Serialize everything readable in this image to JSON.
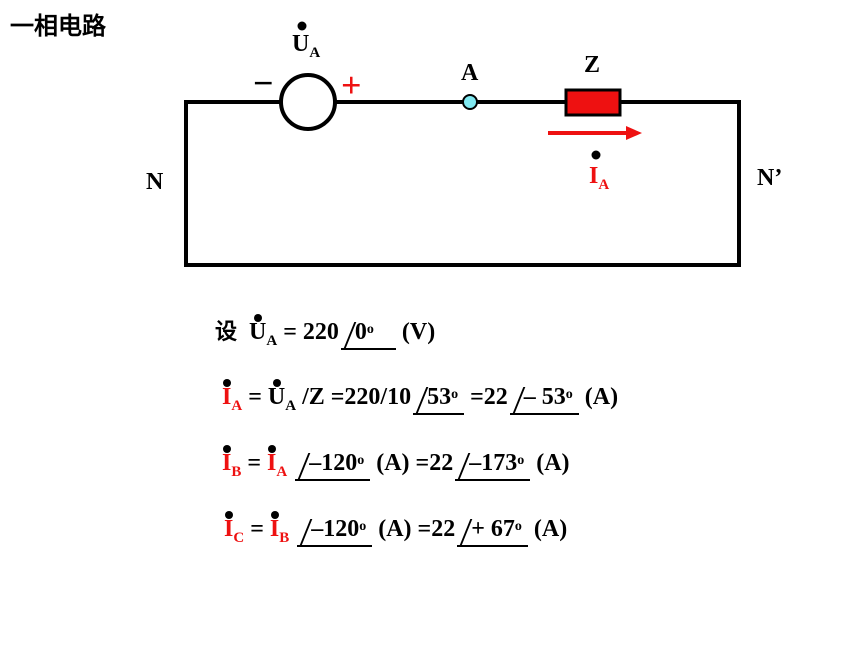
{
  "title": "一相电路",
  "circuit": {
    "source_voltage_label": "U",
    "source_voltage_sub": "A",
    "minus_sign": "−",
    "plus_sign": "+",
    "node_a_label": "A",
    "impedance_label": "Z",
    "current_label": "I",
    "current_sub": "A",
    "neutral_label": "N",
    "neutral_prime_label": "N’",
    "colors": {
      "wire": "#000000",
      "impedance": "#ee1111",
      "arrow": "#ee1111",
      "node": "#80e8f0",
      "plus": "#ee1111"
    }
  },
  "equations": {
    "eq1": {
      "prefix": "设",
      "U": "U",
      "U_sub": "A",
      "eq": "= 220",
      "angle": "0",
      "deg": "o",
      "unit": "(V)"
    },
    "eq2": {
      "I": "I",
      "I_sub": "A",
      "eq1": "=",
      "U": "U",
      "U_sub": "A",
      "mid": "/Z =220/10",
      "angle1": "53",
      "deg1": "o",
      "mid2": "=22",
      "angle2": "– 53",
      "deg2": "o",
      "unit": "(A)"
    },
    "eq3": {
      "I": "I",
      "I_sub": "B",
      "eq1": "=",
      "I2": "I",
      "I2_sub": "A",
      "angle1": "–120",
      "deg1": "o",
      "mid": "(A) =22",
      "angle2": "–173",
      "deg2": "o",
      "unit": "(A)"
    },
    "eq4": {
      "I": "I",
      "I_sub": "C",
      "eq1": "=",
      "I2": "I",
      "I2_sub": "B",
      "angle1": "–120",
      "deg1": "o",
      "mid": "(A) =22",
      "angle2": "+ 67",
      "deg2": "o",
      "unit": "(A)"
    }
  }
}
